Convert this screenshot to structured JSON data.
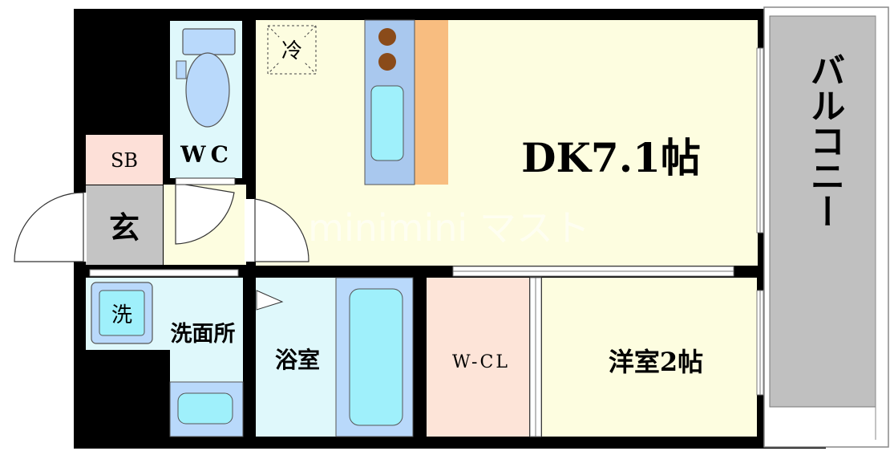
{
  "rooms": {
    "dk": "DK7.1帖",
    "western": "洋室2帖",
    "balcony": "バルコニー",
    "wc": "WC",
    "sb": "SB",
    "entrance": "玄",
    "washroom": "洗面所",
    "washer": "洗",
    "bath": "浴室",
    "wcl": "W-CL",
    "fridge": "冷"
  },
  "watermark": "minimini マスト",
  "colors": {
    "wall": "#000000",
    "dk_floor": "#fdfde0",
    "wet_area": "#dff8fb",
    "fixture": "#9fd3f5",
    "fixture_dark": "#b9d9fb",
    "cooktop": "#a9c8ee",
    "counter": "#f8bd80",
    "closet": "#fde4d8",
    "sb": "#fde0d8",
    "entrance": "#c4c4c4",
    "balcony": "#c0c0c0",
    "burner": "#8a4b1a"
  }
}
